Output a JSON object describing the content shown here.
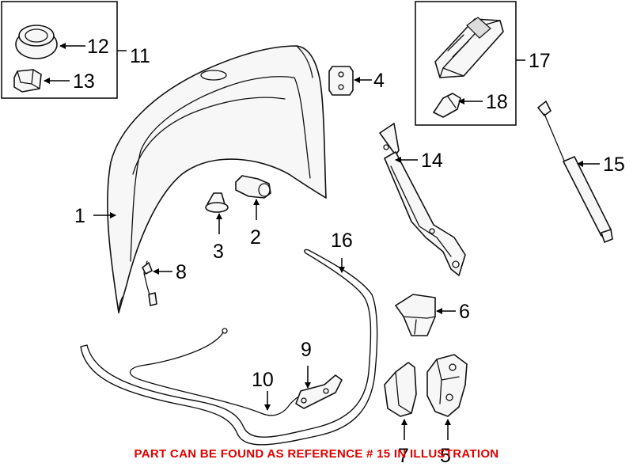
{
  "callouts": {
    "c1": "1",
    "c2": "2",
    "c3": "3",
    "c4": "4",
    "c5": "5",
    "c6": "6",
    "c7": "7",
    "c8": "8",
    "c9": "9",
    "c10": "10",
    "c11": "11",
    "c12": "12",
    "c13": "13",
    "c14": "14",
    "c15": "15",
    "c16": "16",
    "c17": "17",
    "c18": "18"
  },
  "note": "PART CAN BE FOUND AS REFERENCE # 15 IN ILLUSTRATION",
  "colors": {
    "note": "#e00000",
    "line": "#000000",
    "background": "#ffffff"
  }
}
